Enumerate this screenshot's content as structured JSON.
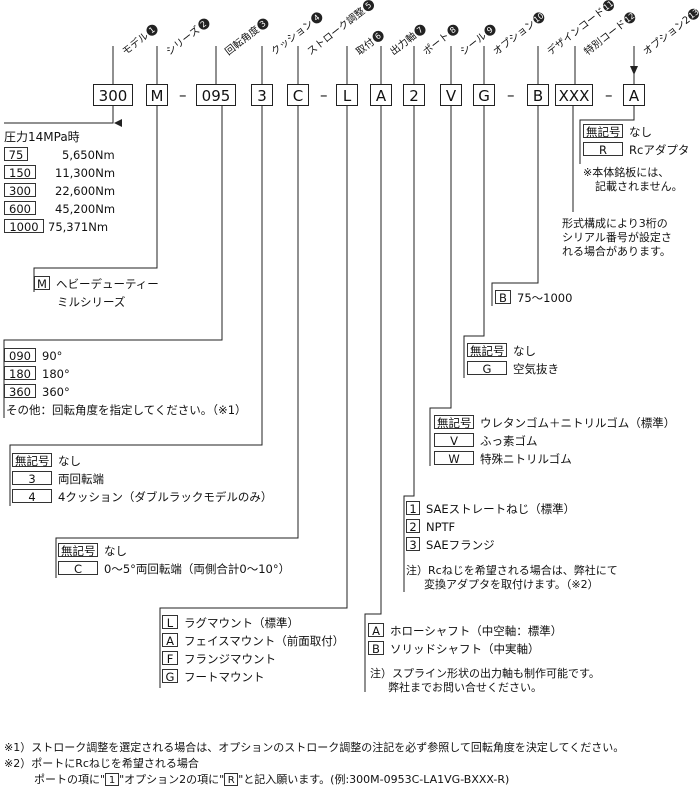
{
  "headers": [
    {
      "label": "モデル",
      "num": "1"
    },
    {
      "label": "シリーズ",
      "num": "2"
    },
    {
      "label": "回転角度",
      "num": "3"
    },
    {
      "label": "クッション",
      "num": "4"
    },
    {
      "label": "ストローク調整",
      "num": "5"
    },
    {
      "label": "取付",
      "num": "6"
    },
    {
      "label": "出力軸",
      "num": "7"
    },
    {
      "label": "ポート",
      "num": "8"
    },
    {
      "label": "シール",
      "num": "9"
    },
    {
      "label": "オプション",
      "num": "10"
    },
    {
      "label": "デザインコード",
      "num": "11"
    },
    {
      "label": "特別コード",
      "num": "12"
    },
    {
      "label": "オプション2",
      "num": "13"
    }
  ],
  "code": [
    "300",
    "M",
    "095",
    "3",
    "C",
    "L",
    "A",
    "2",
    "V",
    "G",
    "B",
    "XXX",
    "A"
  ],
  "dash": "–",
  "model": {
    "title": "圧力14MPa時",
    "rows": [
      {
        "code": "75",
        "value": "5,650Nm"
      },
      {
        "code": "150",
        "value": "11,300Nm"
      },
      {
        "code": "300",
        "value": "22,600Nm"
      },
      {
        "code": "600",
        "value": "45,200Nm"
      },
      {
        "code": "1000",
        "value": "75,371Nm"
      }
    ]
  },
  "series": {
    "code": "M",
    "line1": "ヘビーデューティー",
    "line2": "ミルシリーズ"
  },
  "angle": {
    "rows": [
      {
        "code": "090",
        "value": "90°"
      },
      {
        "code": "180",
        "value": "180°"
      },
      {
        "code": "360",
        "value": "360°"
      }
    ],
    "other": "その他：回転角度を指定してください。（※1）"
  },
  "cushion": {
    "rows": [
      {
        "code": "無記号",
        "value": "なし"
      },
      {
        "code": "3",
        "value": "両回転端"
      },
      {
        "code": "4",
        "value": "4クッション（ダブルラックモデルのみ）"
      }
    ]
  },
  "stroke": {
    "rows": [
      {
        "code": "無記号",
        "value": "なし"
      },
      {
        "code": "C",
        "value": "0～5°両回転端（両側合計0～10°）"
      }
    ]
  },
  "mount": {
    "rows": [
      {
        "code": "L",
        "value": "ラグマウント（標準）"
      },
      {
        "code": "A",
        "value": "フェイスマウント（前面取付）"
      },
      {
        "code": "F",
        "value": "フランジマウント"
      },
      {
        "code": "G",
        "value": "フートマウント"
      }
    ]
  },
  "shaft": {
    "rows": [
      {
        "code": "A",
        "value": "ホローシャフト（中空軸：標準）"
      },
      {
        "code": "B",
        "value": "ソリッドシャフト（中実軸）"
      }
    ],
    "note1": "注）スプライン形状の出力軸も制作可能です。",
    "note2": "弊社までお問い合せください。"
  },
  "port": {
    "rows": [
      {
        "code": "1",
        "value": "SAEストレートねじ（標準）"
      },
      {
        "code": "2",
        "value": "NPTF"
      },
      {
        "code": "3",
        "value": "SAEフランジ"
      }
    ],
    "note1": "注）Rcねじを希望される場合は、弊社にて",
    "note2": "変換アダプタを取付けます。（※2）"
  },
  "seal": {
    "rows": [
      {
        "code": "無記号",
        "value": "ウレタンゴム＋ニトリルゴム（標準）"
      },
      {
        "code": "V",
        "value": "ふっ素ゴム"
      },
      {
        "code": "W",
        "value": "特殊ニトリルゴム"
      }
    ]
  },
  "option": {
    "rows": [
      {
        "code": "無記号",
        "value": "なし"
      },
      {
        "code": "G",
        "value": "空気抜き"
      }
    ]
  },
  "design": {
    "code": "B",
    "value": "75～1000"
  },
  "special": {
    "line1": "形式構成により3桁の",
    "line2": "シリアル番号が設定さ",
    "line3": "れる場合があります。"
  },
  "option2": {
    "rows": [
      {
        "code": "無記号",
        "value": "なし"
      },
      {
        "code": "R",
        "value": "Rcアダプタ"
      }
    ],
    "note1": "※本体銘板には、",
    "note2": "記載されません。"
  },
  "footnotes": {
    "f1": "※1）ストローク調整を選定される場合は、オプションのストローク調整の注記を必ず参照して回転角度を決定してください。",
    "f2": "※2）ポートにRcねじを希望される場合",
    "f3a": "ポートの項に\"",
    "f3b": "1",
    "f3c": "\"オプション2の項に\"",
    "f3d": "R",
    "f3e": "\"と記入願います。(例:300M-0953C-LA1VG-BXXX-R)"
  }
}
